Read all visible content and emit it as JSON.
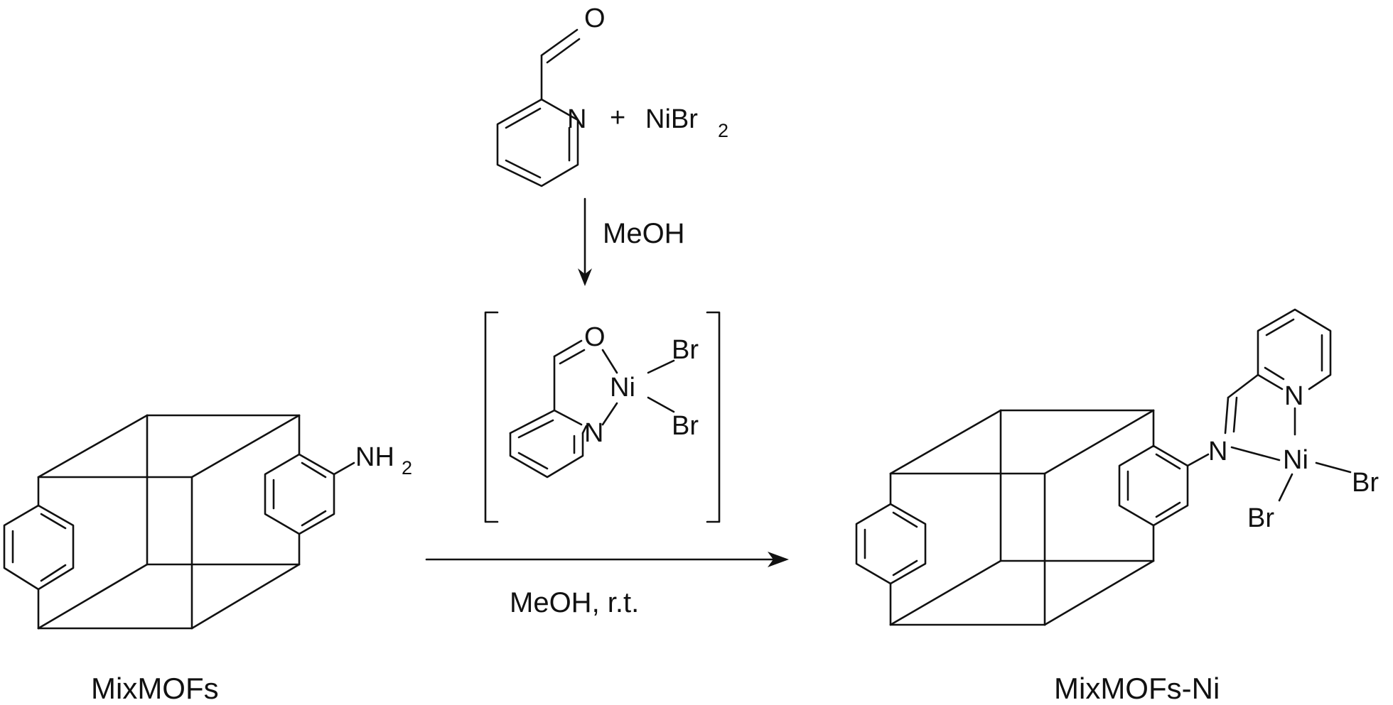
{
  "reagents": {
    "plus": "+",
    "nickel_salt": "NiBr",
    "nickel_salt_subscript": "2",
    "aldehyde_O": "O",
    "pyridine_N": "N"
  },
  "step1": {
    "condition": "MeOH"
  },
  "intermediate": {
    "O": "O",
    "N": "N",
    "Ni": "Ni",
    "Br_top": "Br",
    "Br_bottom": "Br"
  },
  "step2": {
    "condition": "MeOH, r.t."
  },
  "start_material": {
    "caption": "MixMOFs",
    "amine_NH": "NH",
    "amine_subscript": "2"
  },
  "product": {
    "caption": "MixMOFs-Ni",
    "imine_N": "N",
    "pyridine_N": "N",
    "Ni": "Ni",
    "Br_right": "Br",
    "Br_bottom": "Br"
  },
  "colors": {
    "ink": "#111111",
    "background": "#ffffff"
  }
}
